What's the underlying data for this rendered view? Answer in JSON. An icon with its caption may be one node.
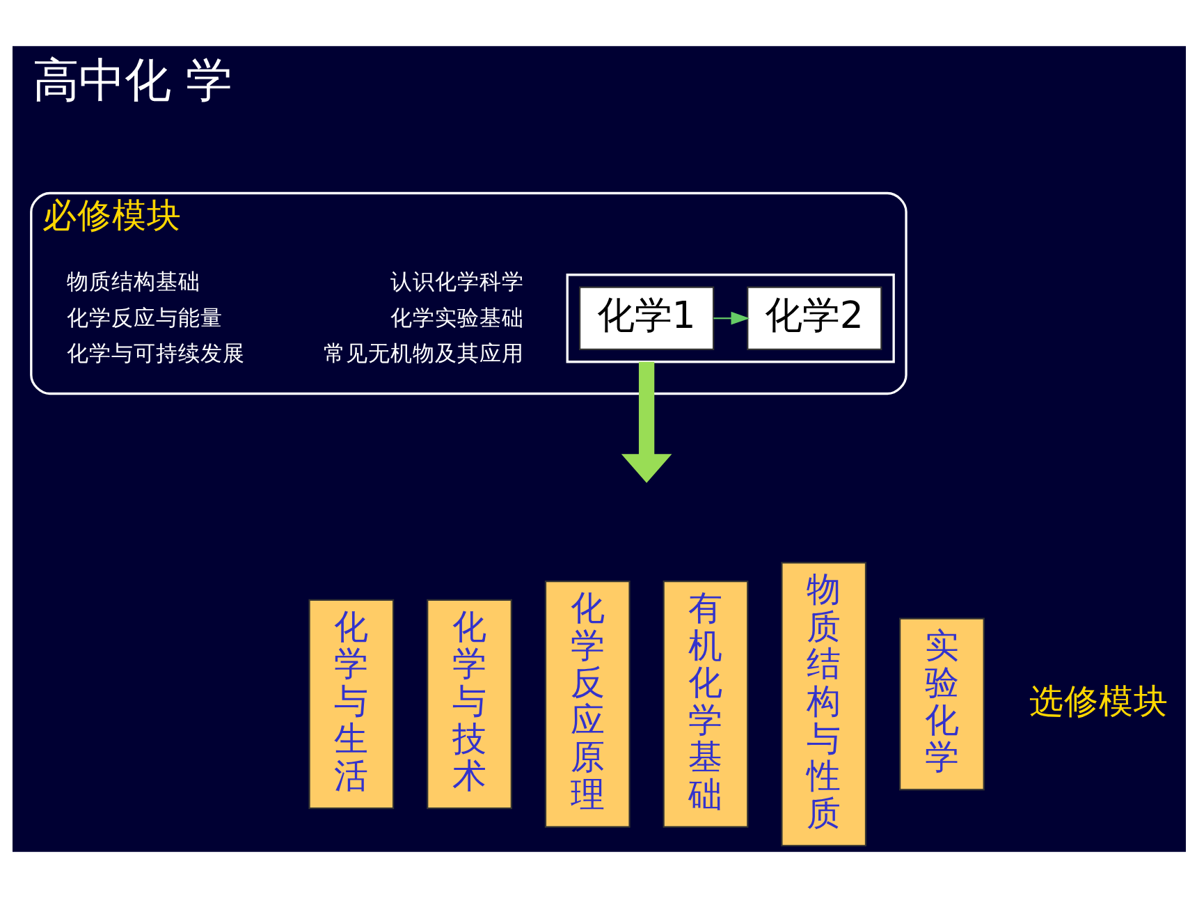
{
  "diagram": {
    "title": "高中化 学",
    "nodes": [
      {
        "text": [
          "必修模块"
        ]
      },
      {
        "text": [],
        "shape": "box",
        "in": 0
      },
      {
        "text": [
          "化学1"
        ],
        "in": 1,
        "beside": [
          "认识化学科学",
          "化学实验基础",
          "常见无机物及其应用"
        ]
      },
      {
        "text": [
          "化学2"
        ],
        "in": 1,
        "beside": [
          "物质结构基础",
          "化学反应与能量",
          "化学与可持续发展"
        ]
      },
      {
        "text": [
          "化学与生活"
        ]
      },
      {
        "text": [
          "化学与技术"
        ]
      },
      {
        "text": [
          "化学反应原理"
        ]
      },
      {
        "text": [
          "有机化学基础"
        ]
      },
      {
        "text": [
          "物质结构与性质"
        ]
      },
      {
        "text": [
          "实验化学"
        ]
      }
    ],
    "edges": [
      {
        "from": 2,
        "to": 3,
        "arrow": "to",
        "color": "#66cc66"
      },
      {
        "from": 1,
        "to": null,
        "arrow": "to",
        "style": "thick"
      }
    ],
    "labels": [
      "选修模块"
    ]
  }
}
